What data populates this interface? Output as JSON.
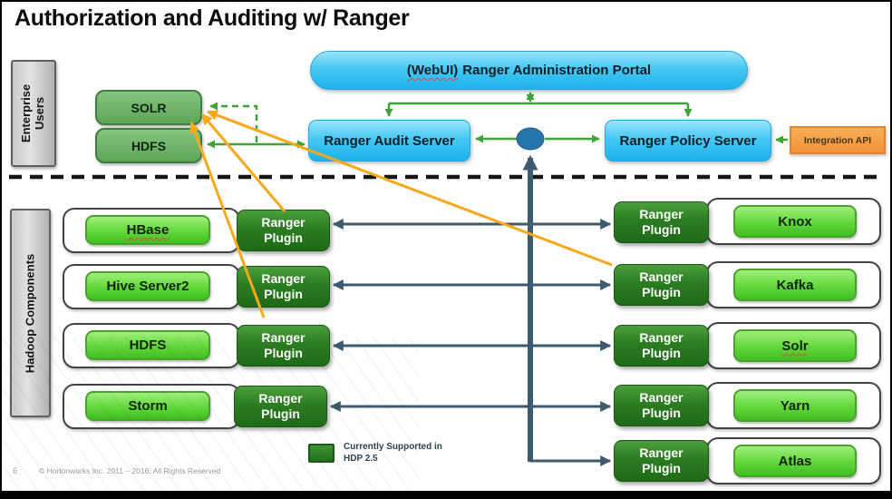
{
  "slide": {
    "title": "Authorization and Auditing w/ Ranger",
    "page_number": "6",
    "copyright": "© Hortonworks Inc. 2011 – 2016. All Rights Reserved"
  },
  "sidebar": {
    "enterprise_label": "Enterprise Users",
    "hadoop_label": "Hadoop Components"
  },
  "admin": {
    "portal_webui": "(WebUI)",
    "portal_rest": "Ranger Administration Portal",
    "audit_server": "Ranger Audit Server",
    "policy_server": "Ranger Policy Server",
    "integration_api": "Integration API"
  },
  "enterprise_stores": [
    {
      "label": "SOLR"
    },
    {
      "label": "HDFS"
    }
  ],
  "plugin_label": "Ranger Plugin",
  "left_components": [
    {
      "label": "HBase"
    },
    {
      "label": "Hive Server2"
    },
    {
      "label": "HDFS"
    },
    {
      "label": "Storm"
    }
  ],
  "right_components": [
    {
      "label": "Knox"
    },
    {
      "label": "Kafka"
    },
    {
      "label": "Solr"
    },
    {
      "label": "Yarn"
    },
    {
      "label": "Atlas"
    }
  ],
  "legend": {
    "line1": "Currently Supported in",
    "line2": "HDP 2.5"
  },
  "colors": {
    "cyan_box": "#35bdf0",
    "bright_green_component": "#55c52e",
    "dark_green_plugin": "#2e7d26",
    "medium_green_store": "#6fb66d",
    "orange_api": "#f6a03f",
    "arrow_green": "#3fa33a",
    "arrow_slate": "#3d5a6e",
    "arrow_orange": "#f7a81d",
    "separator_black": "#161616"
  }
}
